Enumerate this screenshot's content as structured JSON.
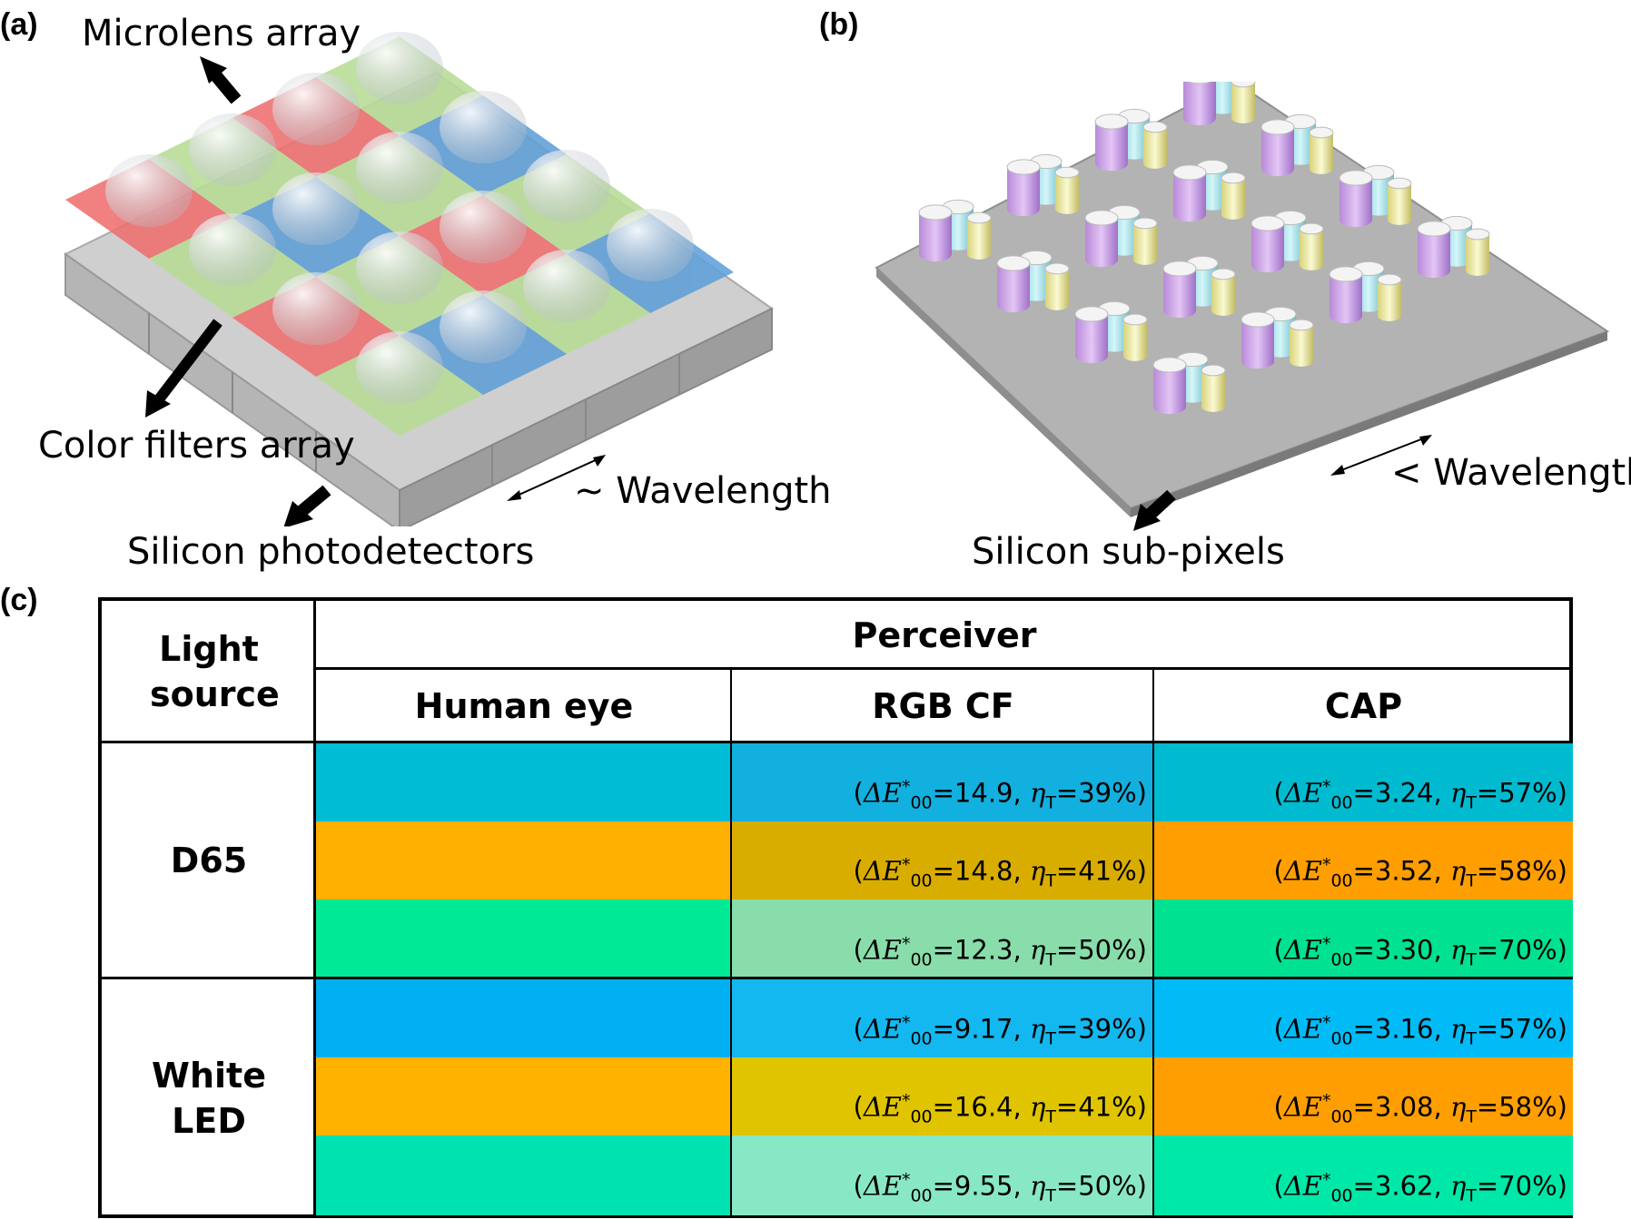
{
  "panel_a": {
    "label": "(a)",
    "microlens_label": "Microlens array",
    "color_filters_label": "Color filters array",
    "photodetectors_label": "Silicon photodetectors",
    "wavelength_label": "~ Wavelength"
  },
  "panel_b": {
    "label": "(b)",
    "subpixels_label": "Silicon sub-pixels",
    "wavelength_label": "< Wavelength"
  },
  "panel_c": {
    "label": "(c)",
    "header": {
      "light_source": "Light source",
      "perceiver": "Perceiver",
      "columns": [
        "Human eye",
        "RGB CF",
        "CAP"
      ]
    },
    "groups": [
      {
        "source": "D65",
        "rows": [
          {
            "human": "#00BCD4",
            "rgb": "#12B0DE",
            "cap": "#00BBD0",
            "rgb_de": "14.9",
            "rgb_eta": "39%",
            "cap_de": "3.24",
            "cap_eta": "57%"
          },
          {
            "human": "#FFB000",
            "rgb": "#D9AC00",
            "cap": "#FF9E00",
            "rgb_de": "14.8",
            "rgb_eta": "41%",
            "cap_de": "3.52",
            "cap_eta": "58%"
          },
          {
            "human": "#00EA96",
            "rgb": "#88DDAA",
            "cap": "#00E290",
            "rgb_de": "12.3",
            "rgb_eta": "50%",
            "cap_de": "3.30",
            "cap_eta": "70%"
          }
        ]
      },
      {
        "source": "White LED",
        "rows": [
          {
            "human": "#00B0F0",
            "rgb": "#14B8F0",
            "cap": "#00BBF6",
            "rgb_de": "9.17",
            "rgb_eta": "39%",
            "cap_de": "3.16",
            "cap_eta": "57%"
          },
          {
            "human": "#FFB300",
            "rgb": "#E0C400",
            "cap": "#FF9E00",
            "rgb_de": "16.4",
            "rgb_eta": "41%",
            "cap_de": "3.08",
            "cap_eta": "58%"
          },
          {
            "human": "#00E2B0",
            "rgb": "#88E8C6",
            "cap": "#00E8A8",
            "rgb_de": "9.55",
            "rgb_eta": "50%",
            "cap_de": "3.62",
            "cap_eta": "70%"
          }
        ]
      }
    ]
  }
}
